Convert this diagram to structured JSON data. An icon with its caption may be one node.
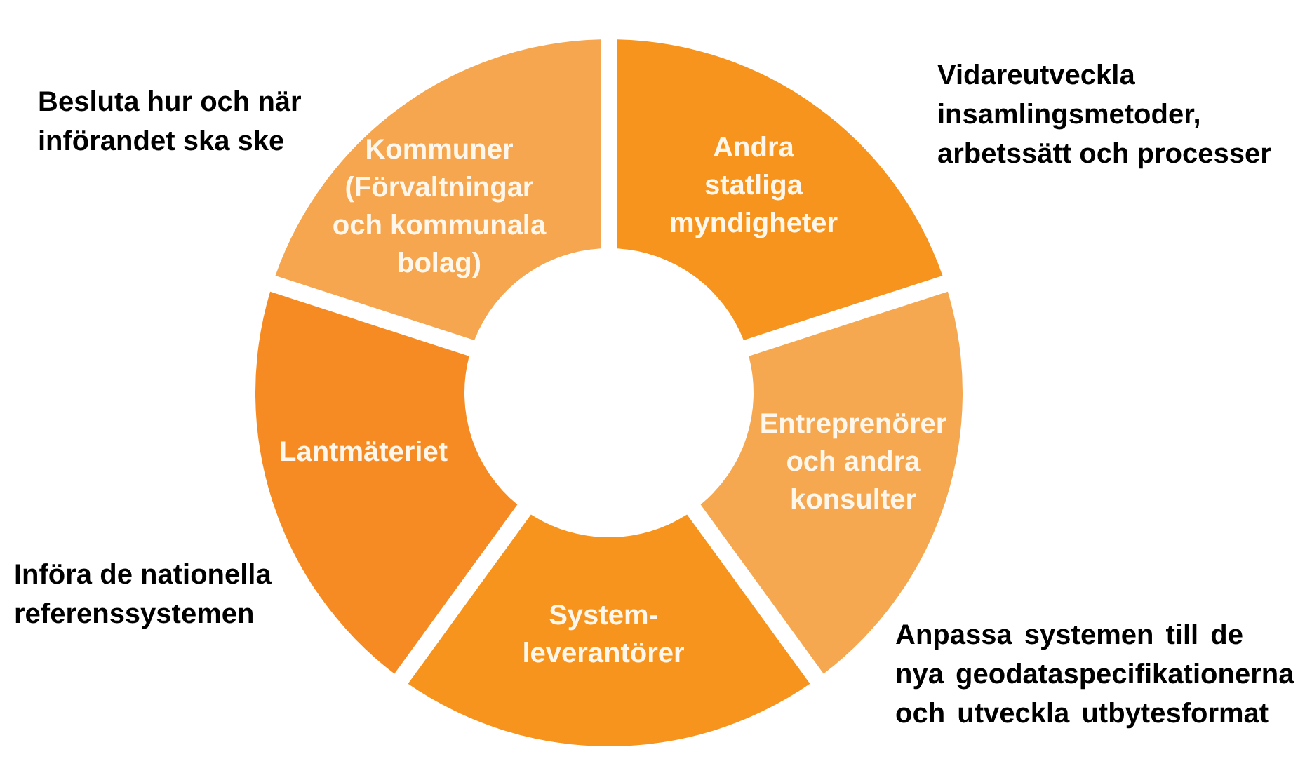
{
  "diagram": {
    "nodes": [
      {
        "text": [
          "Kommuner (Förvaltningar och kommunala bolag)"
        ]
      },
      {
        "text": [
          "Andra statliga myndigheter"
        ]
      },
      {
        "text": [
          "Lantmäteriet"
        ]
      },
      {
        "text": [
          "Entreprenörer och andra konsulter"
        ]
      },
      {
        "text": [
          "System- leverantörer"
        ]
      }
    ],
    "labels": [
      "Besluta hur och när införandet ska ske",
      "Vidareutveckla insamlingsmetoder, arbetssätt och processer",
      "Införa de nationella referenssystemen",
      "Anpassa systemen till de nya geodataspecifikationerna och utveckla utbytesformat"
    ]
  }
}
